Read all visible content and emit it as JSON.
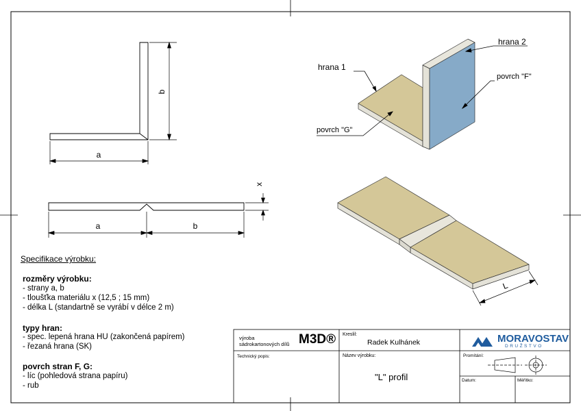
{
  "drawing": {
    "dim_a": "a",
    "dim_b": "b",
    "dim_x": "x",
    "dim_L": "L",
    "hrana_1": "hrana 1",
    "hrana_2": "hrana 2",
    "povrch_f": "povrch \"F\"",
    "povrch_g": "povrch \"G\""
  },
  "spec": {
    "heading": "Specifikace výrobku:",
    "sections": [
      {
        "title": "rozměry výrobku:",
        "items": [
          "- strany a, b",
          "- tloušťka materiálu x (12,5 ; 15 mm)",
          "- délka L (standartně se vyrábí v délce 2 m)"
        ]
      },
      {
        "title": "typy hran:",
        "items": [
          "- spec. lepená hrana HU (zakončená papírem)",
          "- řezaná hrana (SK)"
        ]
      },
      {
        "title": "povrch stran F, G:",
        "items": [
          " - líc (pohledová strana papíru)",
          " - rub"
        ]
      }
    ]
  },
  "title_block": {
    "vyroba_line1": "výroba",
    "vyroba_line2": "sádrokartonových dílů",
    "brand": "M3D®",
    "kreslil_label": "Kreslil:",
    "kreslil_value": "Radek Kulhánek",
    "company": "MORAVOSTAV",
    "company_sub": "DRUŽSTVO",
    "tech_popis_label": "Technický popis:",
    "nazev_label": "Název výrobku:",
    "nazev_value": "\"L\" profil",
    "promitani_label": "Promítání:",
    "datum_label": "Datum:",
    "meritko_label": "Měřítko:"
  },
  "colors": {
    "surface_g": "#d4c798",
    "surface_f": "#86aac8",
    "edge": "#e4e2d8",
    "brand_blue": "#1f5c9e"
  }
}
